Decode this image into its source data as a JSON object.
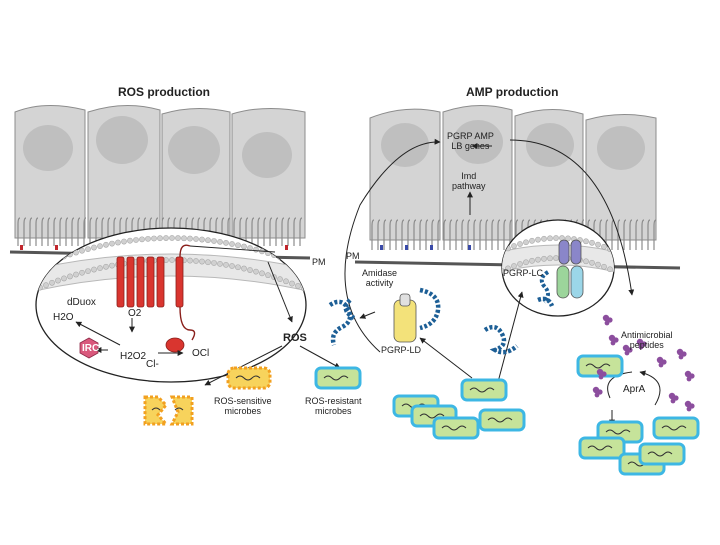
{
  "panels": {
    "left_title": "ROS production",
    "right_title": "AMP production"
  },
  "labels": {
    "pgrp_amp_genes_1": "PGRP AMP",
    "pgrp_amp_genes_2": "LB genes",
    "imd_pathway_1": "Imd",
    "imd_pathway_2": "pathway",
    "pm_left": "PM",
    "pm_right": "PM",
    "duox": "dDuox",
    "h2o": "H2O",
    "o2": "O2",
    "irc": "IRC",
    "h2o2": "H2O2",
    "cl": "Cl-",
    "hocl": "OCl",
    "ros": "ROS",
    "amidase_1": "Amidase",
    "amidase_2": "activity",
    "pgrp_ld": "PGRP-LD",
    "pgrp_lc": "PGRP-LC",
    "antimicrobial_1": "Antimicrobial",
    "antimicrobial_2": "peptides",
    "ros_sensitive_1": "ROS-sensitive",
    "ros_sensitive_2": "microbes",
    "ros_resistant_1": "ROS-resistant",
    "ros_resistant_2": "microbes",
    "apra": "AprA"
  },
  "colors": {
    "cell_fill": "#d4d4d4",
    "cell_stroke": "#8c8c8c",
    "nucleus": "#bfbfbf",
    "duox_red": "#d9352f",
    "membrane": "#e6e6e6",
    "irc_pink": "#d9587c",
    "microbe_cyan": "#3db7e4",
    "microbe_green": "#c6e39a",
    "sensitive_orange": "#f2a020",
    "sensitive_yellow": "#f7d35c",
    "pgrp_yellow": "#f3e27a",
    "receptor_purple": "#8a86c9",
    "receptor_green": "#9cd59b",
    "receptor_cyan": "#9bd6e8",
    "peptide_purple": "#8c4e9e",
    "dot_blue": "#1d5f96"
  }
}
